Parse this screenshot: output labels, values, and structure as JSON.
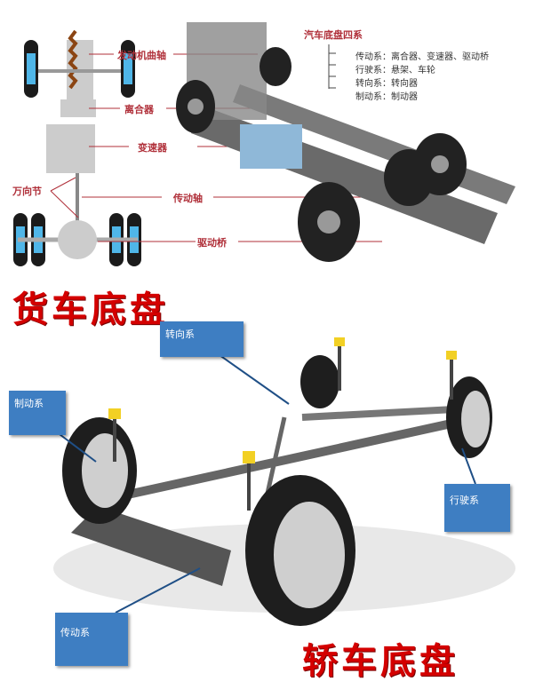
{
  "truck": {
    "labels": {
      "crankshaft": "发动机曲轴",
      "clutch": "离合器",
      "gearbox": "变速器",
      "universal_joint": "万向节",
      "drive_shaft": "传动轴",
      "drive_axle": "驱动桥"
    },
    "systems_title": "汽车底盘四系",
    "systems": [
      "传动系：离合器、变速器、驱动桥",
      "行驶系：悬架、车轮",
      "转向系：转向器",
      "制动系：制动器"
    ],
    "caption": "货车底盘"
  },
  "car": {
    "callouts": {
      "steering": "转向系",
      "braking": "制动系",
      "running": "行驶系",
      "transmission": "传动系"
    },
    "caption": "轿车底盘"
  },
  "colors": {
    "label_red": "#b0303a",
    "caption_red": "#d40000",
    "callout_blue": "#3e7ec2"
  }
}
